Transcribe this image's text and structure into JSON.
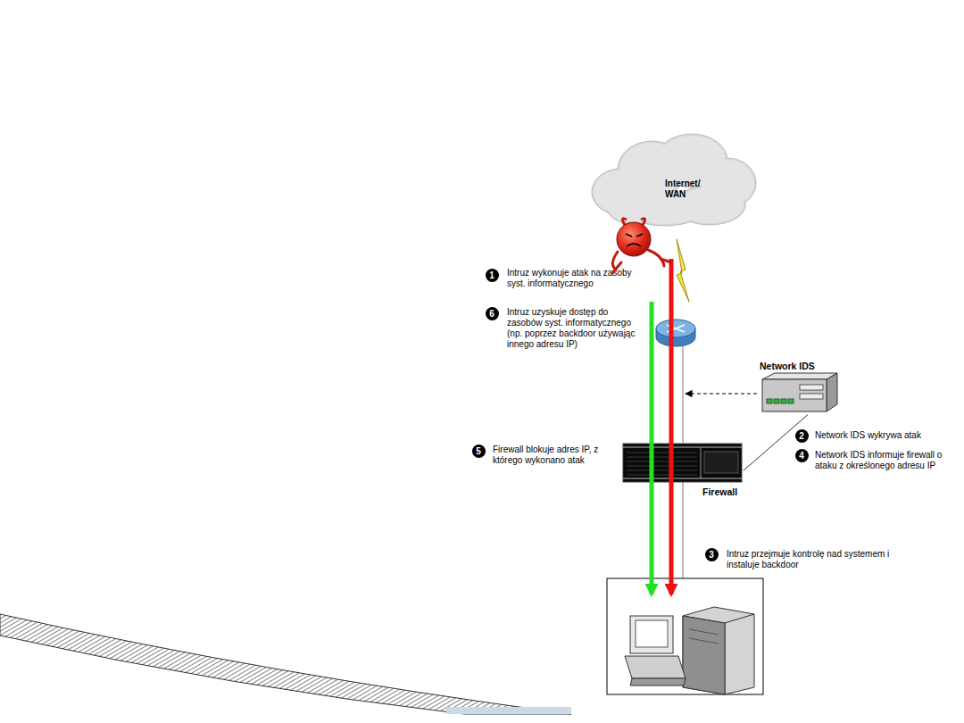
{
  "diagram": {
    "nodes": [
      {
        "text": [
          "Internet/ WAN"
        ]
      },
      {
        "text": [
          "Network IDS"
        ]
      },
      {
        "text": [
          "Firewall"
        ]
      }
    ],
    "edges": [
      {
        "from": 1,
        "to": 2,
        "arrow": "none"
      }
    ],
    "labels": [
      "1",
      "Intruz wykonuje atak na zasoby syst. informatycznego",
      "6",
      "Intruz uzyskuje dostęp do zasobów syst. informatycznego (np. poprzez backdoor używając innego adresu IP)",
      "2",
      "Network IDS wykrywa atak",
      "5",
      "Firewall blokuje adres IP, z którego wykonano atak",
      "4",
      "Network IDS informuje firewall o ataku z określonego adresu IP",
      "3",
      "Intruz przejmuje kontrolę nad systemem i instaluje backdoor"
    ]
  }
}
